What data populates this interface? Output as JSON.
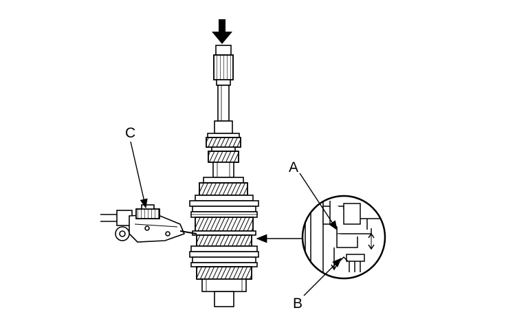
{
  "labels": {
    "a": "A",
    "b": "B",
    "c": "C"
  },
  "colors": {
    "ink": "#000000",
    "paper": "#ffffff",
    "shade": "#cfcfcf"
  }
}
